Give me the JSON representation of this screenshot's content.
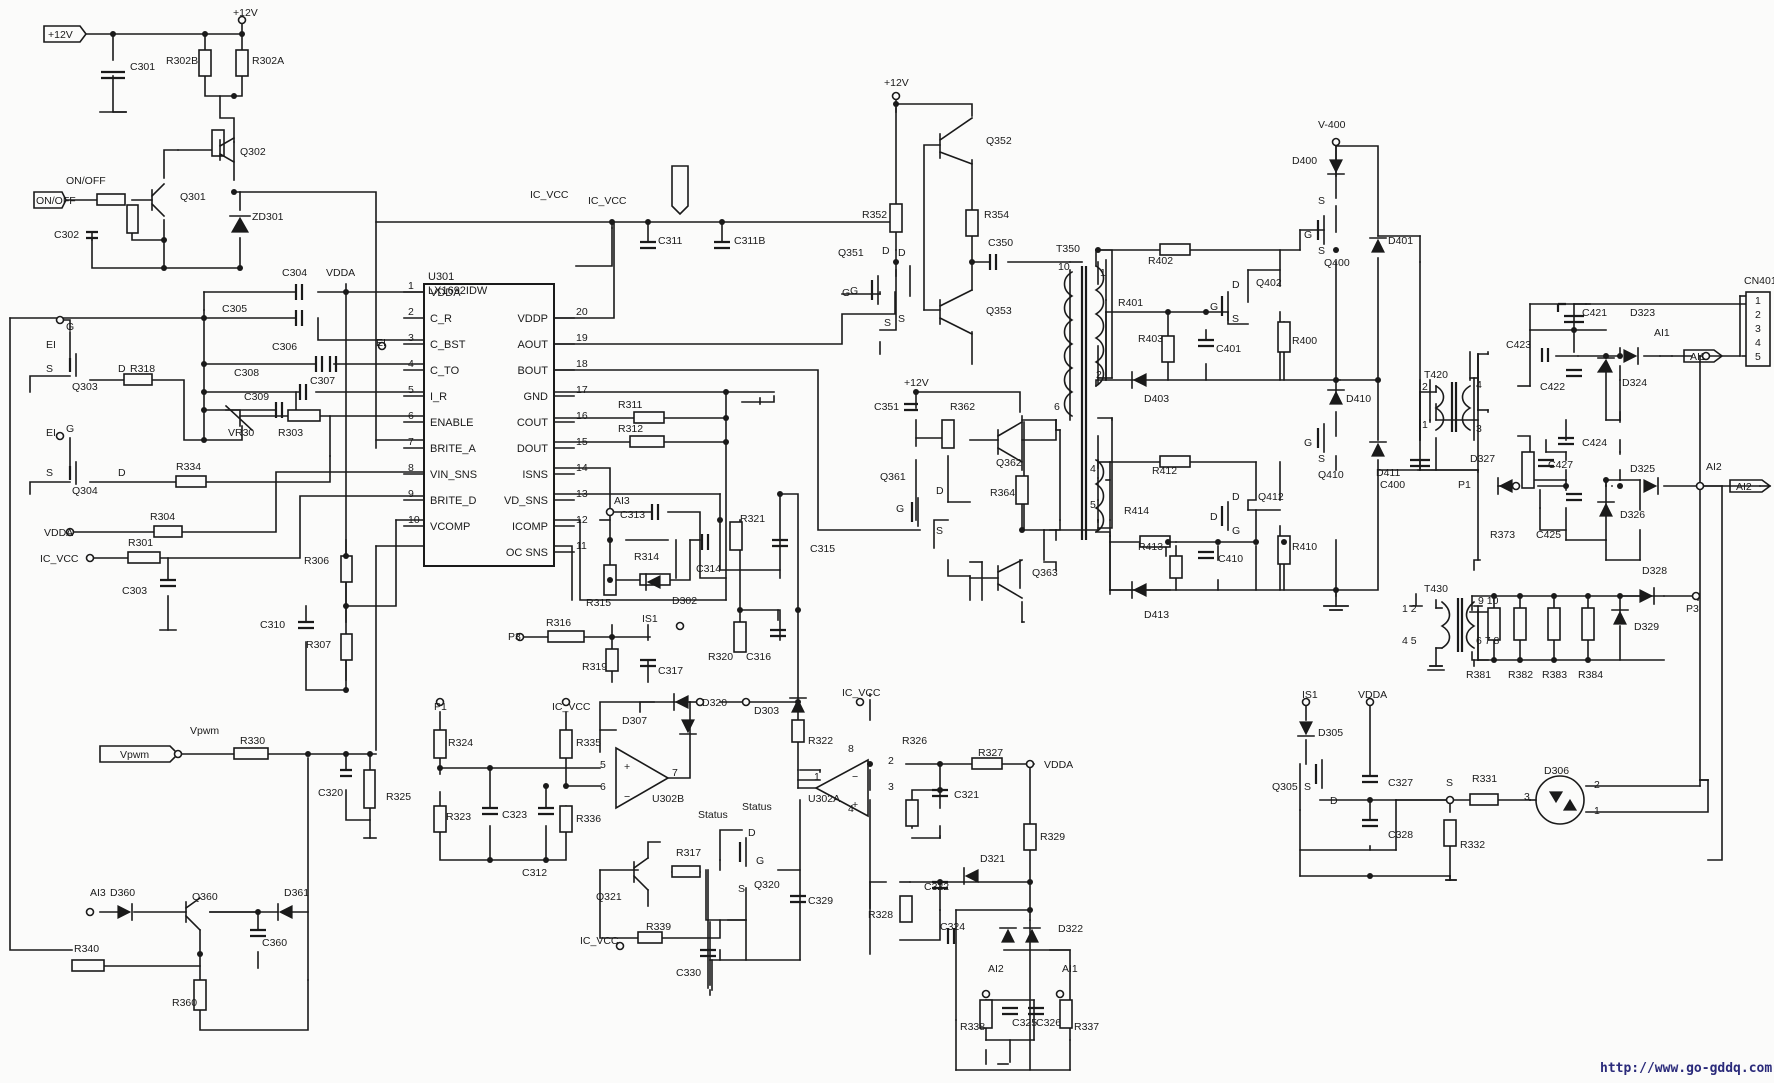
{
  "website": "http://www.go-gddq.com",
  "ic": {
    "ref": "U301",
    "part": "LX1692IDW",
    "left_pins": [
      {
        "num": "1",
        "name": "VDDA"
      },
      {
        "num": "2",
        "name": "C_R"
      },
      {
        "num": "3",
        "name": "C_BST"
      },
      {
        "num": "4",
        "name": "C_TO"
      },
      {
        "num": "5",
        "name": "I_R"
      },
      {
        "num": "6",
        "name": "ENABLE"
      },
      {
        "num": "7",
        "name": "BRITE_A"
      },
      {
        "num": "8",
        "name": "VIN_SNS"
      },
      {
        "num": "9",
        "name": "BRITE_D"
      },
      {
        "num": "10",
        "name": "VCOMP"
      }
    ],
    "right_pins": [
      {
        "num": "20",
        "name": "VDDP"
      },
      {
        "num": "19",
        "name": "AOUT"
      },
      {
        "num": "18",
        "name": "BOUT"
      },
      {
        "num": "17",
        "name": "GND"
      },
      {
        "num": "16",
        "name": "COUT"
      },
      {
        "num": "15",
        "name": "DOUT"
      },
      {
        "num": "14",
        "name": "ISNS"
      },
      {
        "num": "13",
        "name": "VD_SNS"
      },
      {
        "num": "12",
        "name": "ICOMP"
      },
      {
        "num": "11",
        "name": "OC SNS"
      }
    ]
  },
  "ports": {
    "p12v": "+12V",
    "onoff": "ON/OFF",
    "vpwm": "Vpwm",
    "ai1": "AI1",
    "ai2": "AI2"
  },
  "connector": {
    "ref": "CN401",
    "pins": [
      "1",
      "2",
      "3",
      "4",
      "5"
    ]
  },
  "labels": [
    {
      "id": "l1",
      "t": "+12V"
    },
    {
      "id": "l2",
      "t": "C301"
    },
    {
      "id": "l3",
      "t": "R302B"
    },
    {
      "id": "l4",
      "t": "R302A"
    },
    {
      "id": "l5",
      "t": "Q302"
    },
    {
      "id": "l6",
      "t": "ON/OFF"
    },
    {
      "id": "l7",
      "t": "Q301"
    },
    {
      "id": "l8",
      "t": "ZD301"
    },
    {
      "id": "l9",
      "t": "C302"
    },
    {
      "id": "l10",
      "t": "C304"
    },
    {
      "id": "l11",
      "t": "VDDA"
    },
    {
      "id": "l12",
      "t": "C305"
    },
    {
      "id": "l13",
      "t": "EI"
    },
    {
      "id": "l14",
      "t": "G"
    },
    {
      "id": "l15",
      "t": "S"
    },
    {
      "id": "l16",
      "t": "D"
    },
    {
      "id": "l17",
      "t": "R318"
    },
    {
      "id": "l18",
      "t": "Q303"
    },
    {
      "id": "l19",
      "t": "C306"
    },
    {
      "id": "l20",
      "t": "C308"
    },
    {
      "id": "l21",
      "t": "C307"
    },
    {
      "id": "l22",
      "t": "C309"
    },
    {
      "id": "l23",
      "t": "VR30"
    },
    {
      "id": "l24",
      "t": "R303"
    },
    {
      "id": "l25",
      "t": "EI"
    },
    {
      "id": "l26",
      "t": "G"
    },
    {
      "id": "l27",
      "t": "S"
    },
    {
      "id": "l28",
      "t": "D"
    },
    {
      "id": "l29",
      "t": "R334"
    },
    {
      "id": "l30",
      "t": "Q304"
    },
    {
      "id": "l31",
      "t": "VDDA"
    },
    {
      "id": "l32",
      "t": "R304"
    },
    {
      "id": "l33",
      "t": "IC_VCC"
    },
    {
      "id": "l34",
      "t": "R301"
    },
    {
      "id": "l35",
      "t": "C303"
    },
    {
      "id": "l36",
      "t": "R306"
    },
    {
      "id": "l37",
      "t": "C310"
    },
    {
      "id": "l38",
      "t": "R307"
    },
    {
      "id": "l39",
      "t": "EI"
    },
    {
      "id": "l40",
      "t": "IC_VCC"
    },
    {
      "id": "l41",
      "t": "IC_VCC"
    },
    {
      "id": "l42",
      "t": "C311"
    },
    {
      "id": "l43",
      "t": "C311B"
    },
    {
      "id": "l44",
      "t": "+12V"
    },
    {
      "id": "l45",
      "t": "Q352"
    },
    {
      "id": "l46",
      "t": "R352"
    },
    {
      "id": "l47",
      "t": "R354"
    },
    {
      "id": "l48",
      "t": "Q351"
    },
    {
      "id": "l49",
      "t": "D"
    },
    {
      "id": "l50",
      "t": "G"
    },
    {
      "id": "l51",
      "t": "S"
    },
    {
      "id": "l52",
      "t": "C350"
    },
    {
      "id": "l53",
      "t": "Q353"
    },
    {
      "id": "l54",
      "t": "T350"
    },
    {
      "id": "l55",
      "t": "10"
    },
    {
      "id": "l56",
      "t": "1"
    },
    {
      "id": "l57",
      "t": "2"
    },
    {
      "id": "l58",
      "t": "6"
    },
    {
      "id": "l59",
      "t": "+12V"
    },
    {
      "id": "l60",
      "t": "C351"
    },
    {
      "id": "l61",
      "t": "R362"
    },
    {
      "id": "l62",
      "t": "Q362"
    },
    {
      "id": "l63",
      "t": "Q361"
    },
    {
      "id": "l64",
      "t": "R364"
    },
    {
      "id": "l65",
      "t": "Q363"
    },
    {
      "id": "l66",
      "t": "R311"
    },
    {
      "id": "l67",
      "t": "R312"
    },
    {
      "id": "l68",
      "t": "AI3"
    },
    {
      "id": "l69",
      "t": "C313"
    },
    {
      "id": "l70",
      "t": "R314"
    },
    {
      "id": "l71",
      "t": "C314"
    },
    {
      "id": "l72",
      "t": "R321"
    },
    {
      "id": "l73",
      "t": "C315"
    },
    {
      "id": "l74",
      "t": "R315"
    },
    {
      "id": "l75",
      "t": "D302"
    },
    {
      "id": "l76",
      "t": "IS1"
    },
    {
      "id": "l77",
      "t": "R316"
    },
    {
      "id": "l78",
      "t": "P3"
    },
    {
      "id": "l79",
      "t": "R319"
    },
    {
      "id": "l80",
      "t": "C317"
    },
    {
      "id": "l81",
      "t": "R320"
    },
    {
      "id": "l82",
      "t": "C316"
    },
    {
      "id": "l83",
      "t": "D320"
    },
    {
      "id": "l84",
      "t": "D303"
    },
    {
      "id": "l85",
      "t": "D307"
    },
    {
      "id": "l86",
      "t": "P1"
    },
    {
      "id": "l87",
      "t": "R324"
    },
    {
      "id": "l88",
      "t": "IC_VCC"
    },
    {
      "id": "l89",
      "t": "R335"
    },
    {
      "id": "l90",
      "t": "R323"
    },
    {
      "id": "l91",
      "t": "C323"
    },
    {
      "id": "l92",
      "t": "R336"
    },
    {
      "id": "l93",
      "t": "C312"
    },
    {
      "id": "l94",
      "t": "U302B"
    },
    {
      "id": "l95",
      "t": "Status"
    },
    {
      "id": "l96",
      "t": "Status"
    },
    {
      "id": "l97",
      "t": "R317"
    },
    {
      "id": "l98",
      "t": "Q321"
    },
    {
      "id": "l99",
      "t": "Q320"
    },
    {
      "id": "l100",
      "t": "R339"
    },
    {
      "id": "l101",
      "t": "IC_VCC"
    },
    {
      "id": "l102",
      "t": "C330"
    },
    {
      "id": "l103",
      "t": "C329"
    },
    {
      "id": "l104",
      "t": "R322"
    },
    {
      "id": "l105",
      "t": "IC_VCC"
    },
    {
      "id": "l106",
      "t": "U302A"
    },
    {
      "id": "l107",
      "t": "R326"
    },
    {
      "id": "l108",
      "t": "R327"
    },
    {
      "id": "l109",
      "t": "VDDA"
    },
    {
      "id": "l110",
      "t": "C321"
    },
    {
      "id": "l111",
      "t": "R329"
    },
    {
      "id": "l112",
      "t": "D321"
    },
    {
      "id": "l113",
      "t": "C322"
    },
    {
      "id": "l114",
      "t": "R328"
    },
    {
      "id": "l115",
      "t": "C324"
    },
    {
      "id": "l116",
      "t": "D322"
    },
    {
      "id": "l117",
      "t": "AI2"
    },
    {
      "id": "l118",
      "t": "AI1"
    },
    {
      "id": "l119",
      "t": "R338"
    },
    {
      "id": "l120",
      "t": "C325"
    },
    {
      "id": "l121",
      "t": "C326"
    },
    {
      "id": "l122",
      "t": "R337"
    },
    {
      "id": "l123",
      "t": "Vpwm"
    },
    {
      "id": "l124",
      "t": "R330"
    },
    {
      "id": "l125",
      "t": "C320"
    },
    {
      "id": "l126",
      "t": "R325"
    },
    {
      "id": "l127",
      "t": "AI3"
    },
    {
      "id": "l128",
      "t": "D360"
    },
    {
      "id": "l129",
      "t": "Q360"
    },
    {
      "id": "l130",
      "t": "D361"
    },
    {
      "id": "l131",
      "t": "C360"
    },
    {
      "id": "l132",
      "t": "R340"
    },
    {
      "id": "l133",
      "t": "R360"
    },
    {
      "id": "l134",
      "t": "V-400"
    },
    {
      "id": "l135",
      "t": "D400"
    },
    {
      "id": "l136",
      "t": "D401"
    },
    {
      "id": "l137",
      "t": "R402"
    },
    {
      "id": "l138",
      "t": "Q400"
    },
    {
      "id": "l139",
      "t": "Q402"
    },
    {
      "id": "l140",
      "t": "R401"
    },
    {
      "id": "l141",
      "t": "R403"
    },
    {
      "id": "l142",
      "t": "C401"
    },
    {
      "id": "l143",
      "t": "R400"
    },
    {
      "id": "l144",
      "t": "D403"
    },
    {
      "id": "l145",
      "t": "D410"
    },
    {
      "id": "l146",
      "t": "D411"
    },
    {
      "id": "l147",
      "t": "R412"
    },
    {
      "id": "l148",
      "t": "Q410"
    },
    {
      "id": "l149",
      "t": "Q412"
    },
    {
      "id": "l150",
      "t": "R414"
    },
    {
      "id": "l151",
      "t": "R413"
    },
    {
      "id": "l152",
      "t": "C410"
    },
    {
      "id": "l153",
      "t": "R410"
    },
    {
      "id": "l154",
      "t": "D413"
    },
    {
      "id": "l155",
      "t": "4"
    },
    {
      "id": "l156",
      "t": "5"
    },
    {
      "id": "l157",
      "t": "C400"
    },
    {
      "id": "l158",
      "t": "T420"
    },
    {
      "id": "l159",
      "t": "C421"
    },
    {
      "id": "l160",
      "t": "D323"
    },
    {
      "id": "l161",
      "t": "AI1"
    },
    {
      "id": "l162",
      "t": "C423"
    },
    {
      "id": "l163",
      "t": "C422"
    },
    {
      "id": "l164",
      "t": "D324"
    },
    {
      "id": "l165",
      "t": "C424"
    },
    {
      "id": "l166",
      "t": "D327"
    },
    {
      "id": "l167",
      "t": "C427"
    },
    {
      "id": "l168",
      "t": "D325"
    },
    {
      "id": "l169",
      "t": "AI2"
    },
    {
      "id": "l170",
      "t": "P1"
    },
    {
      "id": "l171",
      "t": "R373"
    },
    {
      "id": "l172",
      "t": "C425"
    },
    {
      "id": "l173",
      "t": "D326"
    },
    {
      "id": "l174",
      "t": "T430"
    },
    {
      "id": "l175",
      "t": "D328"
    },
    {
      "id": "l176",
      "t": "D329"
    },
    {
      "id": "l177",
      "t": "P3"
    },
    {
      "id": "l178",
      "t": "R381"
    },
    {
      "id": "l179",
      "t": "R382"
    },
    {
      "id": "l180",
      "t": "R383"
    },
    {
      "id": "l181",
      "t": "R384"
    },
    {
      "id": "l182",
      "t": "IS1"
    },
    {
      "id": "l183",
      "t": "VDDA"
    },
    {
      "id": "l184",
      "t": "D305"
    },
    {
      "id": "l185",
      "t": "Q305"
    },
    {
      "id": "l186",
      "t": "C327"
    },
    {
      "id": "l187",
      "t": "C328"
    },
    {
      "id": "l188",
      "t": "R331"
    },
    {
      "id": "l189",
      "t": "R332"
    },
    {
      "id": "l190",
      "t": "D306"
    },
    {
      "id": "l191",
      "t": "S"
    },
    {
      "id": "l192",
      "t": "D"
    },
    {
      "id": "l193",
      "t": "3"
    },
    {
      "id": "l194",
      "t": "2"
    },
    {
      "id": "l195",
      "t": "1"
    },
    {
      "id": "l196",
      "t": "4"
    },
    {
      "id": "l197",
      "t": "3"
    },
    {
      "id": "l198",
      "t": "2"
    },
    {
      "id": "l199",
      "t": "1"
    },
    {
      "id": "l200",
      "t": "1 2"
    },
    {
      "id": "l201",
      "t": "4 5"
    },
    {
      "id": "l202",
      "t": "9 10"
    },
    {
      "id": "l203",
      "t": "6 7 8"
    },
    {
      "id": "l204",
      "t": "5"
    },
    {
      "id": "l205",
      "t": "6"
    },
    {
      "id": "l206",
      "t": "7"
    },
    {
      "id": "l207",
      "t": "1"
    },
    {
      "id": "l208",
      "t": "2"
    },
    {
      "id": "l209",
      "t": "3"
    },
    {
      "id": "l210",
      "t": "8"
    },
    {
      "id": "l211",
      "t": "4"
    },
    {
      "id": "l212",
      "t": "G"
    },
    {
      "id": "l213",
      "t": "S"
    },
    {
      "id": "l214",
      "t": "D"
    },
    {
      "id": "l215",
      "t": "G"
    },
    {
      "id": "l216",
      "t": "S"
    },
    {
      "id": "l217",
      "t": "D"
    },
    {
      "id": "l218",
      "t": "G"
    },
    {
      "id": "l219",
      "t": "S"
    },
    {
      "id": "l220",
      "t": "G"
    },
    {
      "id": "l221",
      "t": "S"
    },
    {
      "id": "l222",
      "t": "D"
    },
    {
      "id": "l223",
      "t": "G"
    },
    {
      "id": "l224",
      "t": "S"
    },
    {
      "id": "l225",
      "t": "D"
    },
    {
      "id": "l226",
      "t": "G"
    },
    {
      "id": "l227",
      "t": "D"
    },
    {
      "id": "l228",
      "t": "S"
    },
    {
      "id": "l229",
      "t": "G"
    },
    {
      "id": "l230",
      "t": "S"
    },
    {
      "id": "l231",
      "t": "D"
    },
    {
      "id": "l232",
      "t": "S"
    }
  ]
}
